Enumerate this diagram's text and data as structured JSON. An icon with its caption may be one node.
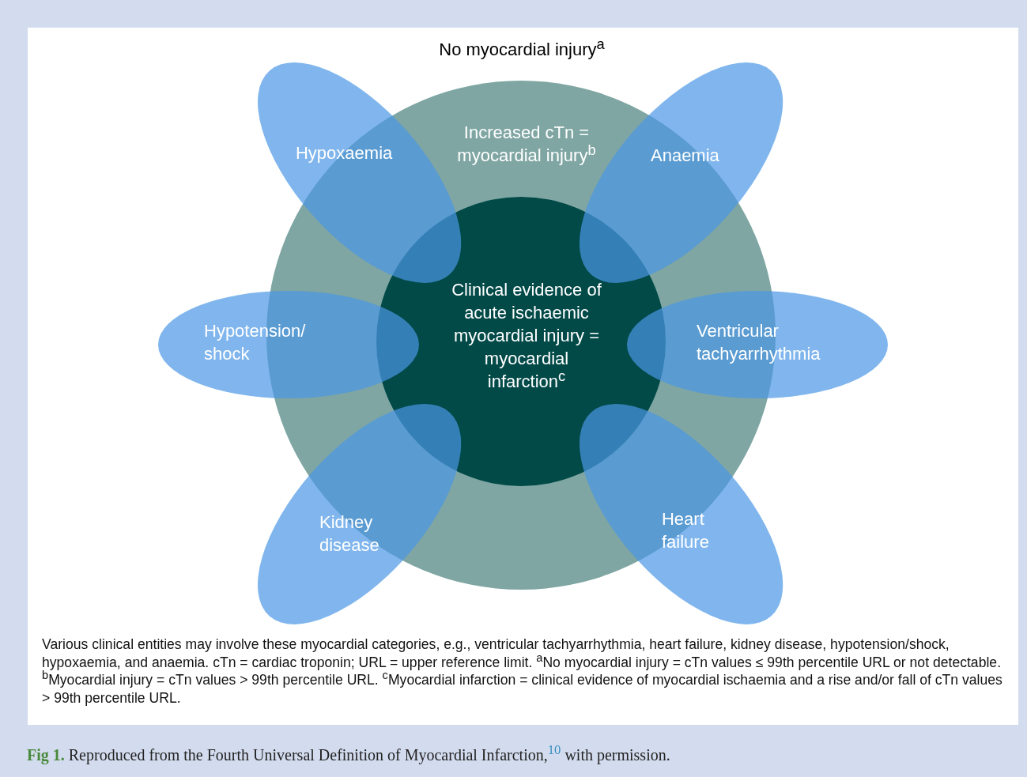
{
  "diagram": {
    "caption": "**Fig 1.** Reproduced from the Fourth Universal Definition of Myocardial Infarction,$^{10}$ with permission.",
    "nodes": [
      {
        "text": [
          "No myocardial injury$^{a}$"
        ]
      },
      {
        "text": [
          "Increased cTn = myocardial injury$^{b}$"
        ],
        "in": 0
      },
      {
        "text": [
          "Clinical evidence of acute ischaemic myocardial injury = myocardial infarction$^{c}$"
        ],
        "in": 1
      },
      {
        "text": [
          "Hypoxaemia"
        ],
        "in": 0
      },
      {
        "text": [
          "Anaemia"
        ],
        "in": 0
      },
      {
        "text": [
          "Hypotension/ shock"
        ],
        "in": 0
      },
      {
        "text": [
          "Ventricular tachyarrhythmia"
        ],
        "in": 0
      },
      {
        "text": [
          "Kidney disease"
        ],
        "in": 0
      },
      {
        "text": [
          "Heart failure"
        ],
        "in": 0
      }
    ],
    "edges": [],
    "labels": [
      "Various clinical entities may involve these myocardial categories, e.g., ventricular tachyarrhythmia, heart failure, kidney disease, hypotension/shock, hypoxaemia, and anaemia. cTn = cardiac troponin; URL = upper reference limit. $^{a}$No myocardial injury = cTn values ≤ 99th percentile URL or not detectable. $^{b}$Myocardial injury = cTn values > 99th percentile URL. $^{c}$Myocardial infarction = clinical evidence of myocardial ischaemia and a rise and/or fall of cTn values > 99th percentile URL."
    ]
  }
}
